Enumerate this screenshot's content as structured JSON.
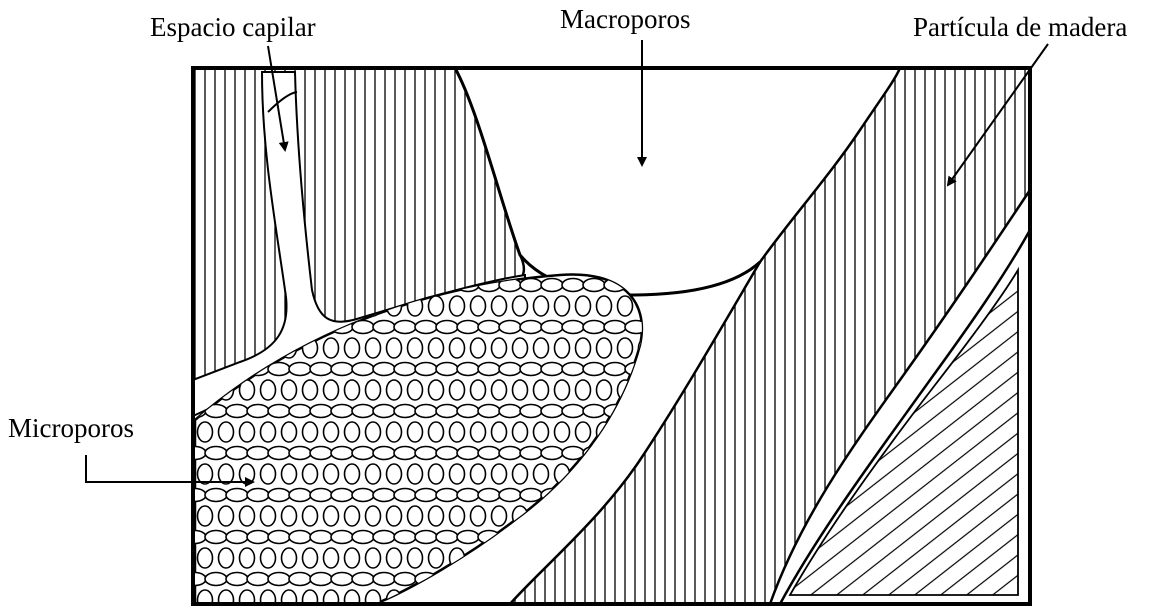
{
  "labels": {
    "capillary_space": "Espacio capilar",
    "macropores": "Macroporos",
    "wood_particle": "Partícula de madera",
    "micropores": "Microporos"
  },
  "colors": {
    "ink": "#000000",
    "paper": "#ffffff"
  }
}
